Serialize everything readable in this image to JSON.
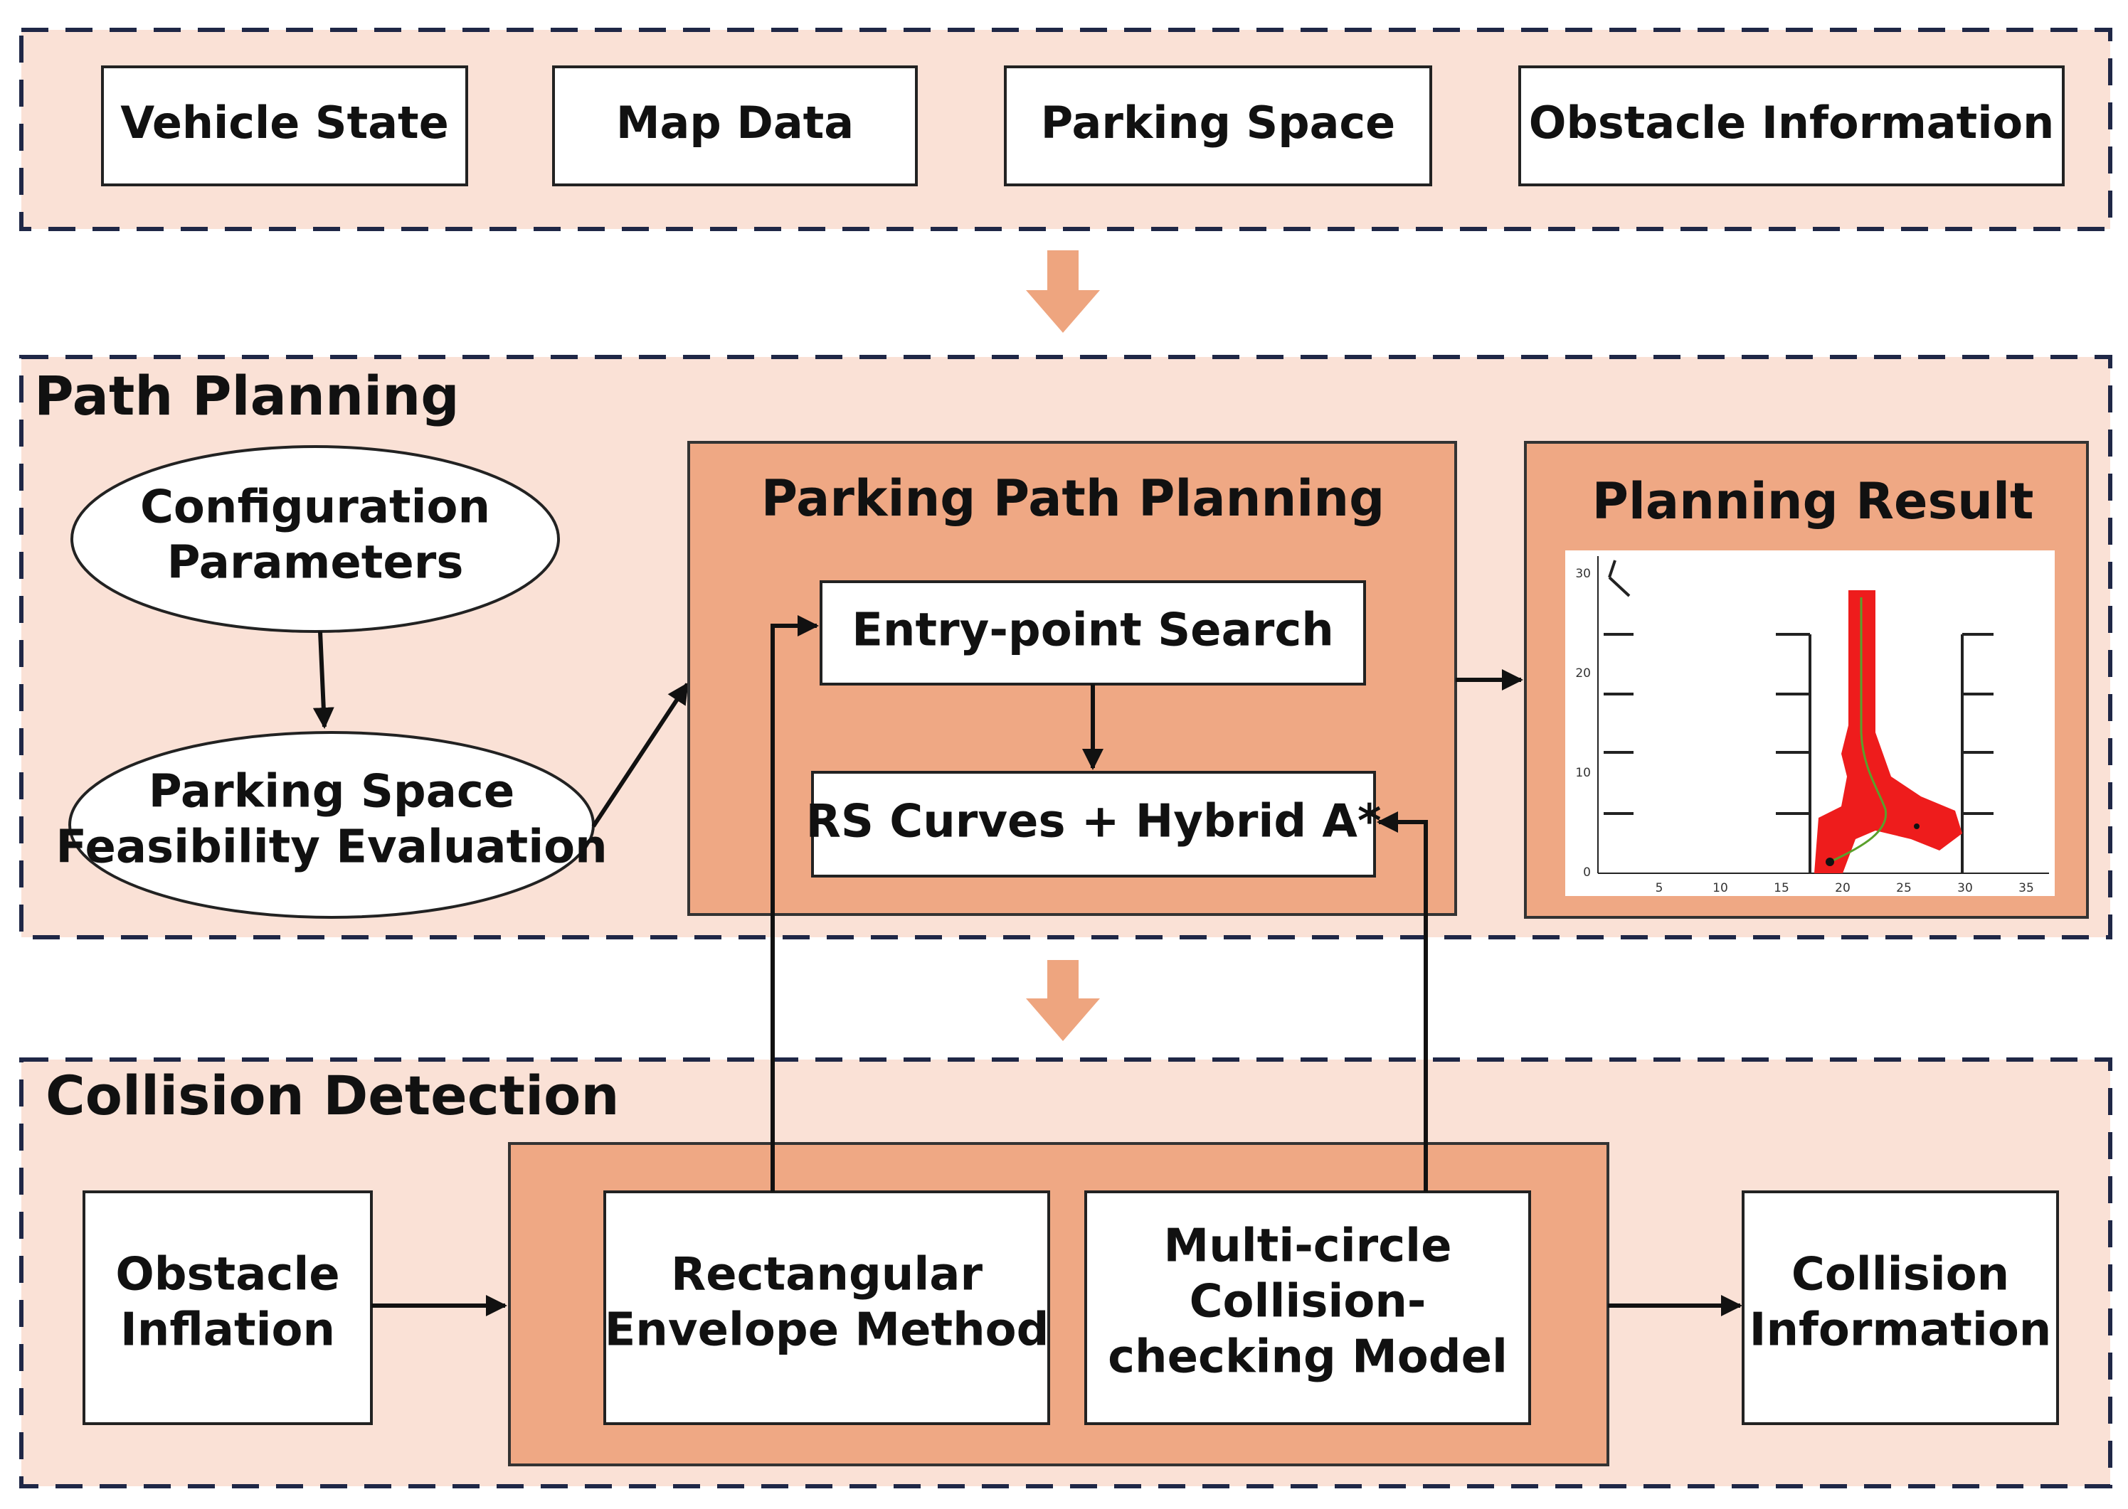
{
  "colors": {
    "panel_fill": "#fae1d6",
    "module_fill": "#efa884",
    "dash_stroke": "#1f2746",
    "big_arrow": "#eea57f",
    "plot_path": "#ee1c1c",
    "plot_line": "#5aa02c"
  },
  "inputs": {
    "vehicle_state": "Vehicle State",
    "map_data": "Map Data",
    "parking_space": "Parking Space",
    "obstacle_information": "Obstacle Information"
  },
  "path_planning": {
    "title": "Path Planning",
    "config_params_line1": "Configuration",
    "config_params_line2": "Parameters",
    "feasibility_line1": "Parking Space",
    "feasibility_line2": "Feasibility Evaluation",
    "module_title": "Parking Path Planning",
    "entry_point_search": "Entry-point Search",
    "rs_hybrid": "RS Curves + Hybrid A*",
    "result_title": "Planning Result"
  },
  "collision_detection": {
    "title": "Collision Detection",
    "obstacle_inflation_line1": "Obstacle",
    "obstacle_inflation_line2": "Inflation",
    "rect_envelope_line1": "Rectangular",
    "rect_envelope_line2": "Envelope Method",
    "multi_circle_line1": "Multi-circle",
    "multi_circle_line2": "Collision-",
    "multi_circle_line3": "checking Model",
    "collision_info_line1": "Collision",
    "collision_info_line2": "Information"
  },
  "plot": {
    "x_ticks": [
      "5",
      "10",
      "15",
      "20",
      "25",
      "30",
      "35"
    ],
    "y_ticks": [
      "0",
      "10",
      "20",
      "30"
    ]
  }
}
